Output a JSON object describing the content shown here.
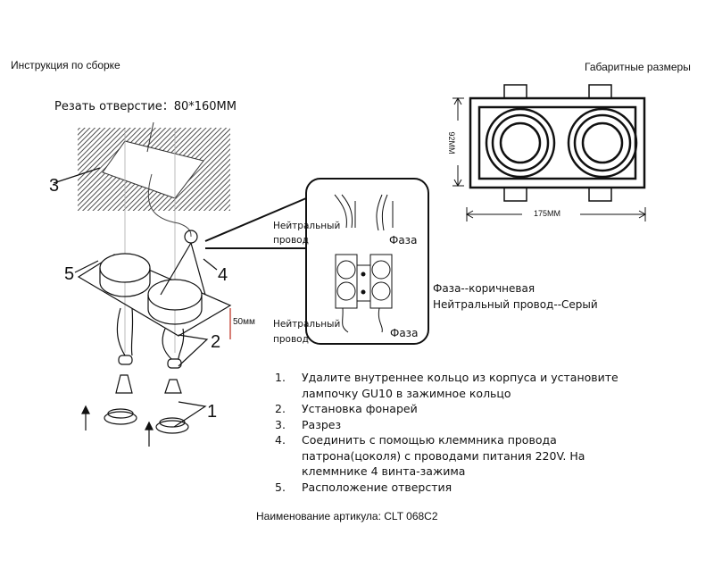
{
  "header": {
    "left_title": "Инструкция по сборке",
    "right_title": "Габаритные размеры"
  },
  "cut_hole_label": "Резать отверстие：80*160MM",
  "callouts": {
    "one": "1",
    "two": "2",
    "three": "3",
    "four": "4",
    "five": "5"
  },
  "depth_label": "50мм",
  "dimensions": {
    "height": "92MM",
    "width": "175MM"
  },
  "inset": {
    "neutral_top_1": "Нейтральный",
    "neutral_top_2": "провод",
    "phase_top": "Фаза",
    "neutral_bottom_1": "Нейтральный",
    "neutral_bottom_2": "провод",
    "phase_bottom": "Фаза"
  },
  "wire_legend": {
    "phase": "Фаза--коричневая",
    "neutral": "Нейтральный провод--Серый"
  },
  "steps": [
    {
      "n": "1.",
      "lines": [
        "Удалите внутреннее кольцо из корпуса и установите",
        "лампочку GU10 в зажимное кольцо"
      ]
    },
    {
      "n": "2.",
      "lines": [
        "Установка фонарей"
      ]
    },
    {
      "n": "3.",
      "lines": [
        "Разрез"
      ]
    },
    {
      "n": "4.",
      "lines": [
        "Соединить с помощью клеммника провода",
        "патрона(цоколя) с проводами питания 220V. На",
        "клеммнике 4 винта-зажима"
      ]
    },
    {
      "n": "5.",
      "lines": [
        "Расположение отверстия"
      ]
    }
  ],
  "footer": "Наименование артикула: CLT 068C2",
  "colors": {
    "depth_marker": "#c0392b"
  }
}
